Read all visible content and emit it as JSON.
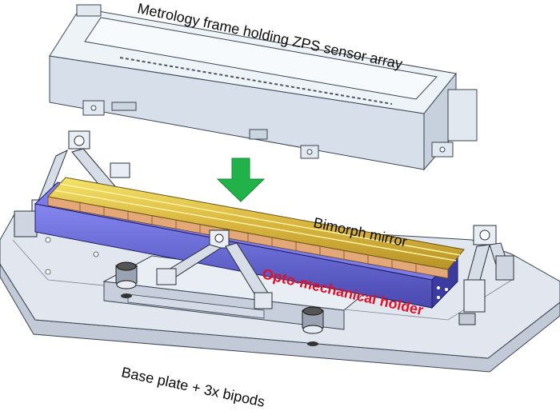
{
  "labels": {
    "metrology": "Metrology frame holding ZPS sensor array",
    "bimorph": "Bimorph mirror",
    "holder": "Opto-mechanical holder",
    "base": "Base plate + 3x bipods"
  },
  "colors": {
    "frame": "#e6edf5",
    "frame_edge": "#3a4450",
    "arrow": "#21b24a",
    "holder": "#6f6fe0",
    "holder_dark": "#4a4ab8",
    "mirror_gold": "#e8d44a",
    "mirror_copper": "#e0a070",
    "base": "#dfe4ee",
    "base_side": "#c5ccd8",
    "label_red": "#e0102a"
  }
}
